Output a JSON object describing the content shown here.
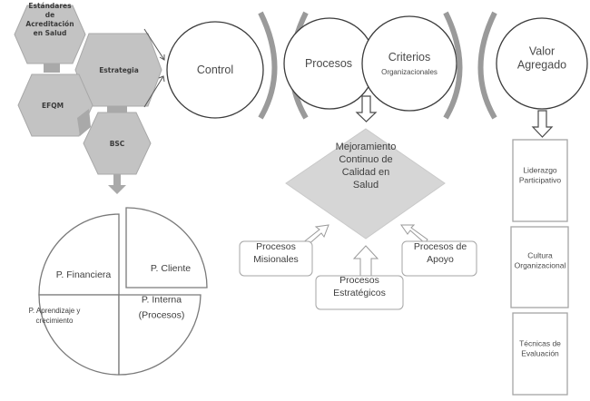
{
  "models": {
    "hexagons": [
      {
        "id": "estandares",
        "lines": [
          "Estándares",
          "de",
          "Acreditación",
          "en Salud"
        ]
      },
      {
        "id": "estrategia",
        "lines": [
          "Estrategia"
        ]
      },
      {
        "id": "efqm",
        "lines": [
          "EFQM"
        ]
      },
      {
        "id": "bsc",
        "lines": [
          "BSC"
        ]
      }
    ]
  },
  "circles": {
    "control": {
      "lines": [
        "Control"
      ]
    },
    "procesos": {
      "lines": [
        "Procesos"
      ]
    },
    "criterios": {
      "lines": [
        "Criterios",
        "Organizacionales"
      ]
    },
    "valor": {
      "lines": [
        "Valor",
        "Agregado"
      ]
    }
  },
  "center": {
    "diamond": {
      "lines": [
        "Mejoramiento",
        "Continuo de",
        "Calidad en",
        "Salud"
      ]
    },
    "process_boxes": [
      {
        "id": "misionales",
        "lines": [
          "Procesos",
          "Misionales"
        ]
      },
      {
        "id": "estrategicos",
        "lines": [
          "Procesos",
          "Estratégicos"
        ]
      },
      {
        "id": "apoyo",
        "lines": [
          "Procesos  de",
          "Apoyo"
        ]
      }
    ]
  },
  "bsc_perspectives": [
    {
      "id": "financiera",
      "lines": [
        "P. Financiera"
      ]
    },
    {
      "id": "cliente",
      "lines": [
        "P. Cliente"
      ]
    },
    {
      "id": "aprendizaje",
      "lines": [
        "P. Aprendizaje y",
        "crecimiento"
      ]
    },
    {
      "id": "interna",
      "lines": [
        "P. Interna",
        "(Procesos)"
      ]
    }
  ],
  "value_boxes": [
    {
      "id": "liderazgo",
      "lines": [
        "Liderazgo",
        "Participativo"
      ]
    },
    {
      "id": "cultura",
      "lines": [
        "Cultura",
        "Organizacional"
      ]
    },
    {
      "id": "tecnicas",
      "lines": [
        "Técnicas de",
        "Evaluación"
      ]
    }
  ]
}
